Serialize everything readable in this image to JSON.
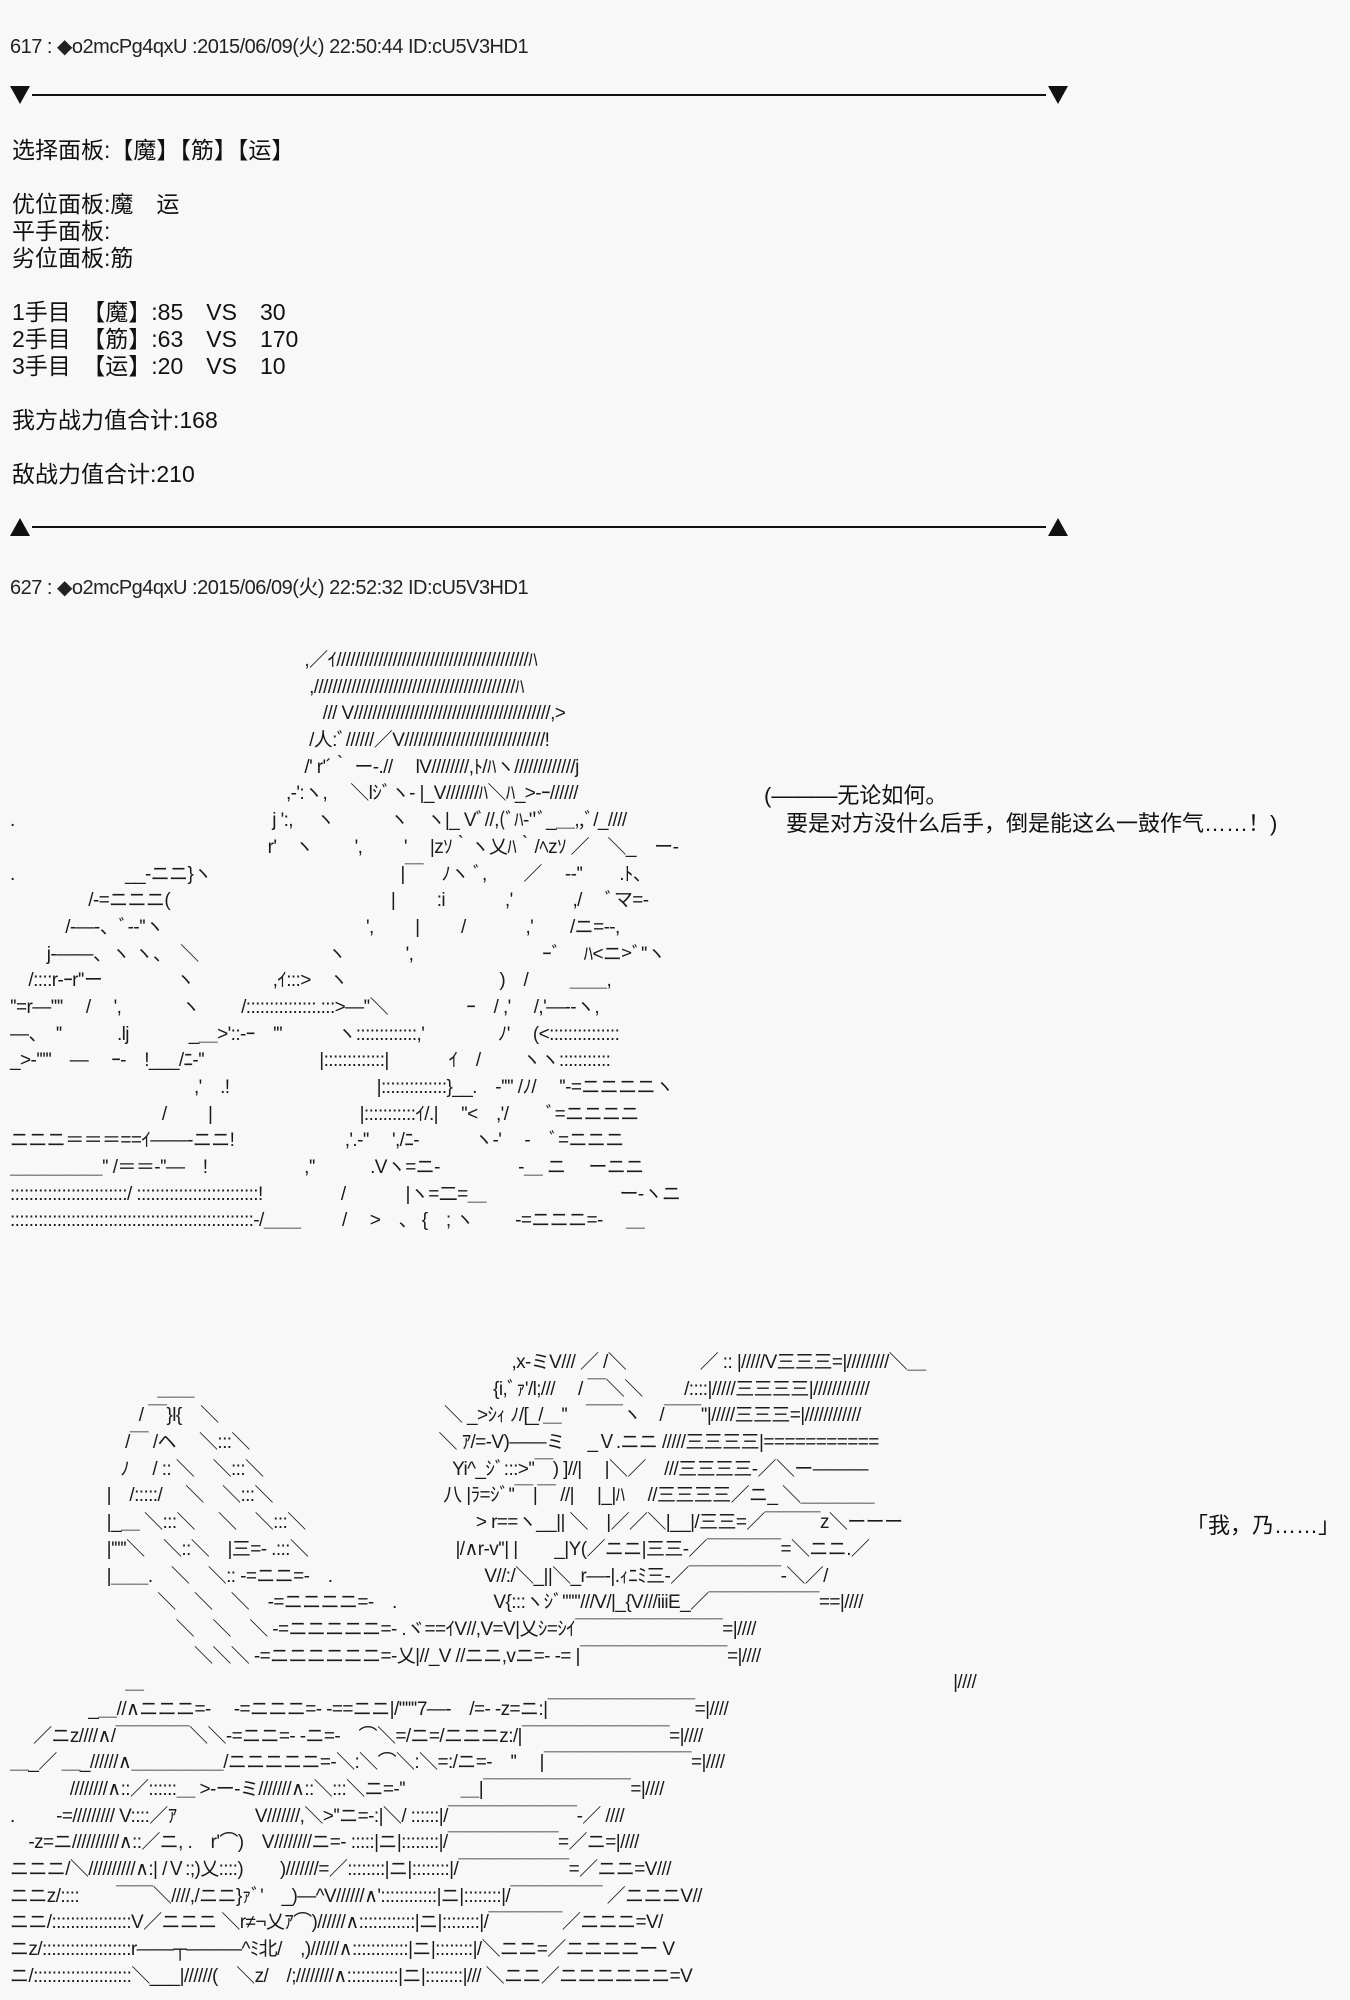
{
  "posts": [
    {
      "number": "617",
      "header": "617 : ◆o2mcPg4qxU :2015/06/09(火) 22:50:44 ID:cU5V3HD1",
      "selection_panel": "选择面板:【魔】【筋】【运】",
      "superior_panel": "优位面板:魔　运",
      "equal_panel": "平手面板:",
      "inferior_panel": "劣位面板:筋",
      "rounds": [
        "1手目　【魔】:85　VS　30",
        "2手目　【筋】:63　VS　170",
        "3手目　【运】:20　VS　10"
      ],
      "our_total": "我方战力值合计:168",
      "enemy_total": "敌战力值合计:210"
    },
    {
      "number": "627",
      "header": "627 : ◆o2mcPg4qxU :2015/06/09(火) 22:52:32 ID:cU5V3HD1",
      "speech_1_line1": "(———无论如何。",
      "speech_1_line2": "　要是对方没什么后手，倒是能这么一鼓作气……！)",
      "speech_2": "「我，乃……」",
      "art_upper": [
        "　　　　　　　　　　　　　　　　,／ｲ/////////////////////////////////////////ﾊ",
        "　　　　　　　　　　　　　　　　 ,///////////////////////////////////////////ﾊ",
        "　　　　　　　　　　　　　　　　　/// V//////////////////////////////////////////,>",
        "　　　　　　　　　　　　　　　　 /人:ﾞ//////／V//////////////////////////////!",
        "　　　　　　　　　　　　　　　　/' r'´｀ ー-.//　 lV////////,ﾄ/ﾊヽ/////////////j",
        "　　　　　　　　　　　　　　　,-':ヽ,　 ＼lｼﾞヽ- |_V///////ﾊ＼ﾊ_>-ｰ//////",
        ".　　　　　　　　　　　　　　j ':,　 ヽ　　　ヽ　ヽ|_ Vﾞ//,(ﾞﾊ-''ﾞ_＿,,ﾞ/_////",
        "　　　　　　　　　　　　　　r'　ヽ　　 ',　　 '　 |zｿ｀ヽ乂ﾊ｀/ﾍzｿ ／　＼_　ー-",
        ".　　　　　　__-ニニ}ヽ　　　　　　　　　　 |￣　ﾉヽ ﾞ,　　／　 -‐''　　.ﾄ、",
        "　　　　 /-=ニニニ(　　　　　　　　　　　　|　　 :i　　　 ,'　　　 ,/　 ﾞマ=-",
        "　　　/-―-、ﾞ‐-''ヽ　　　　　　　　　　　',　　 |　　 /　　　 ,'　　/ニ=-‐,",
        "　　j-――、ヽ ヽ、　＼　　　　　　　ヽ　　　 ',　　　　　　　ｰﾞ　 ﾊ<ニ>ﾞ''ヽ",
        "　/::::r-ｰr''ー　　　　ヽ　　　　 ,ｲ:::>　ヽ　　　　　　　　 )　/　　 ＿＿,",
        "''=r―''''　 /　 ',　　　 ヽ　　 /:::::::::::::::.:::>―''＼　　　　 ｰ　/ ,'　 /,'―--ヽ,",
        "―、　''　　　.lj　　　 _＿>'::-ｰ　'''　　　ヽ:::::::::::::,'　　　　ﾉ'　 (<:::::::::::::::",
        "_>-'''''　―　 ｰ-　!___/ﾆ-''　　　　　　 |:::::::::::::|　　　 ｲ　/　　 ヽヽ:::::::::::",
        "　　　　　　　　　　,'　.!　　　　　　　　|::::::::::::::}__.　-'''' /ﾉ/　 ''-=ニニニニヽ",
        "　　　　　　　　 /　　 |　　　　　　　　|:::::::::::ｲ/.|　 ''<　,'/　　ﾞ=ニニニニ",
        "ニニニ＝＝＝==ｲ――-ニニ!　　　　　　,'.-''　 ',/ﾆ-　　　ヽ-'　 -　ﾞ=ニニニ",
        "＿＿＿＿＿'' /＝＝-''―　!　　　　　 ,''　　　.Vヽ=ニ-　　　　 -＿ ニ　 ーニニ",
        ":::::::::::::::::::::::::/ ::::::::::::::::::::::::::!　　　　 /　　　 |ヽ=二=＿　　　　　　　 ー-ヽニ",
        "::::::::::::::::::::::::::::::::::::::::::::::::::::-/＿＿　　 /　 >　、 {　; ヽ　　 -=ニニニ=-　 ＿"
      ],
      "art_lower": [
        "　　　　　　　　　　　　　　　　　　　　　　　　　　　 ,x-ミV/// ／ /＼　　　　／ :: |/////V三三三=|/////////＼＿",
        "　　　　　　　　＿＿　　　　　　　　　　　　　　　　 {i,ﾞｧ'/l;///　 / ￣＼＼　　 /::::|/////三三三三|////////////",
        "　　　　　　　/ ￣}l{　＼　　　　　　　　　　　　 ＼ _>ｼｨ ﾉ/[_/＿''　￣￣ヽ　/￣￣''|/////三三三=|////////////",
        "　　　　　　 /￣ /ヘ　 ＼:::＼　　　　　　　　　　 ＼ ｱ/=-V)――ミ　 _Ｖ.ニニ /////三三三三|===========",
        "　　　　　　ﾉ　 / :: ＼　＼:::＼　　　　　　　　　　 Yi^_ｼﾞ:::>''￣) ]//|　 |＼／　///三三三三-／＼ー―――",
        "　　　　　 |　/:::::/　 ＼　＼:::＼　　　　　　　　　 八 |ﾗ=ｼﾞ''￣|￣ //|　 |_|ﾊ　 //三三三三／ニ_ ＼＿＿＿＿",
        "　　　　　 |_＿ ＼:::＼　 ＼　＼:::＼　　　　　　　　　 > r==ヽ__|| ＼　|／／＼|__|/三三=／￣￣￣z＼ーーー",
        "　　　　　 |'''''＼　＼::＼　|三=- .:::＼　　　　　　　　|/∧r-v''| |　　_|Y(／ニニ|三三-／￣￣￣￣=＼ニニ.／",
        "　　　　　 |＿＿.　＼　＼:: -=ニニ=-　.　　　　　　　　 V//:/＼_||＼_r―-|.ｨﾆﾐ三-／￣￣￣￣￣-＼／/",
        "　　　　　　　　＼　＼　＼　-=ニニニニ=-　.　　　　　 V{:::ヽｼﾞ''''''///V/|_{V///iiiE_／￣￣￣￣￣￣==|////",
        "　　　　　　　　　＼　＼　＼ -=ニニニニニ=- .ヾ==ｲV//,V=V|乂ｼ=ｼｲ￣￣￣￣￣￣￣￣=|////",
        "　　　　　　　　　　＼＼＼ -=ニニニニニニ=-乂|//_V //ニニ,vニ=- -= |￣￣￣￣￣￣￣￣=|////",
        "　　　　　　 ＿　　　　　　　　　　　　　　　　　　　　　　　　　　　　　　　　　　　　　　　　　　　　|////",
        "　　　　 _＿//∧ニニニ=-　 -=ニニニ=- -==ニニ|/''''''7―-　/=- -z=ニ:|￣￣￣￣￣￣￣￣=|////",
        "　 ／ニz////∧/￣￣￣￣＼＼-=ニニ=- -ニ=-　⌒＼=/ニ=/ニニニz:/|￣￣￣￣￣￣￣￣=|////",
        "＿_／ ＿_//////∧＿＿＿＿＿/ニニニニニ=-＼:＼⌒＼:＼=:/ニ=-　''　 |￣￣￣￣￣￣￣￣=|////",
        "　　　 ////////∧::／::::::＿ >-ー-ミ///////∧::＼:::＼ニ=-''　　　＿|￣￣￣￣￣￣￣￣=|////",
        ".　　 -=///////// V::::／ｱ　　　　 V///////,＼>''ニ=-:|＼/ ::::::|/￣￣￣￣￣￣￣-／ ////",
        "　-z=ニ//////////∧::／ニ, .　r'⌒)　V////////ニ=- :::::|ニ|::::::::|/￣￣￣￣￣￣=／ニ=|////",
        "ニニニ/＼//////////∧:| /Ｖ:;)乂::::)　　)///////=／::::::::|ニ|::::::::|/￣￣￣￣￣￣=／ニニ=V///",
        "ニニz/::::　　￣￣＼////,/ニニ}ｧﾞ'　_)―^V//////∧'::::::::::::|ニ|::::::::|/￣￣￣￣￣ ／ニニニV//",
        "ニニ/:::::::::::::::::V／ニニニ ＼r≠¬乂ｱ⌒)//////∧::::::::::::|ニ|::::::::|/￣￣￣￣／ニニニ=V/",
        "ニz/:::::::::::::::::::r――┬―――^ﾐ北/　,)//////∧::::::::::::|ニ|::::::::|/＼ニニ=／ニニニニー V",
        "ニ/:::::::::::::::::::::＼___|//////(　＼z/　/;////////∧:::::::::::|ニ|::::::::|/// ＼ニニ／ニニニニニニ=V"
      ]
    }
  ]
}
